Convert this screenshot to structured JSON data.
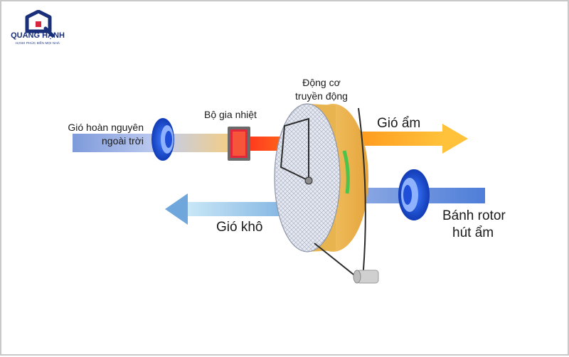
{
  "brand": {
    "name": "QUANG HẠNH",
    "tagline": "HẠNH PHÚC ĐẾN MỌI NHÀ",
    "colors": {
      "navy": "#1a2f7a",
      "accent": "#d7263d"
    }
  },
  "labels": {
    "outdoor_regen_air": [
      "Gió hoàn nguyên",
      "ngoài trời"
    ],
    "heater": "Bộ gia nhiệt",
    "drive_motor": [
      "Động cơ",
      "truyền động"
    ],
    "humid_air": "Gió ẩm",
    "dry_air": "Gió khô",
    "rotor": [
      "Bánh rotor",
      "hút ẩm"
    ]
  },
  "colors": {
    "regen_stream": "#8ea9e0",
    "heated_stream": "#ff5a1f",
    "humid_stream": "#ffa224",
    "dry_stream": "#9fd0ee",
    "fan_blue": "#1f4fd8",
    "rotor_face": "#e4e7ef",
    "rotor_rim": "#f3c35a",
    "heater_box": "#e3263a"
  },
  "icons": {
    "logo": "house-magnifier-logo-icon",
    "fan_left": "fan-icon",
    "fan_right": "fan-icon",
    "motor": "motor-icon"
  }
}
